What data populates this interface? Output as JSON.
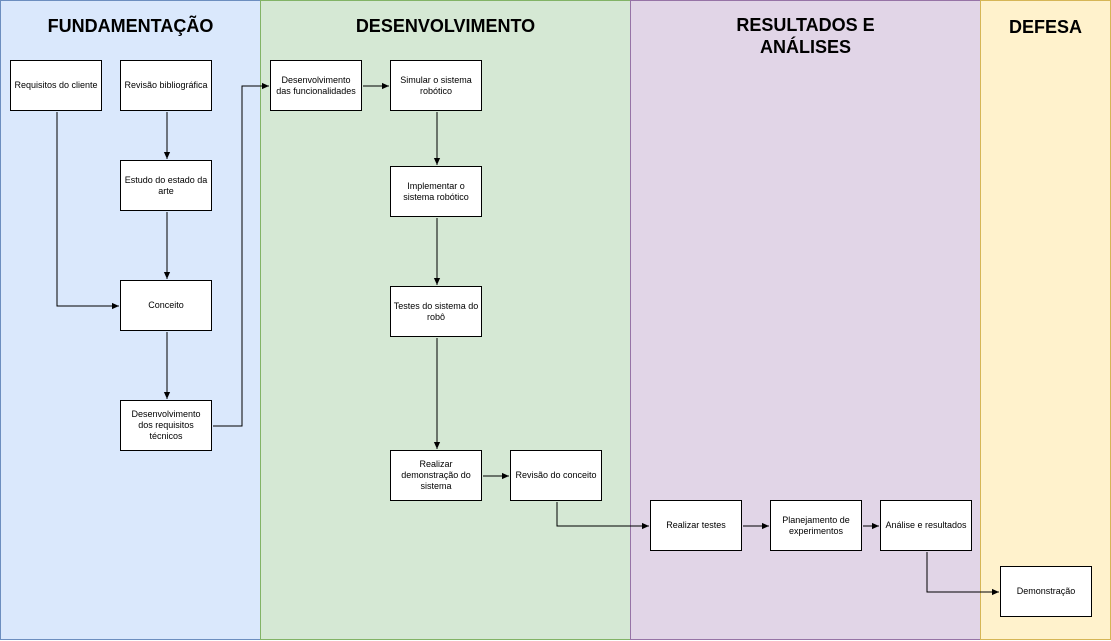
{
  "lanes": {
    "fundamentacao": {
      "title": "FUNDAMENTAÇÃO",
      "fill": "#dae8fc",
      "stroke": "#6c8ebf"
    },
    "desenvolvimento": {
      "title": "DESENVOLVIMENTO",
      "fill": "#d5e8d4",
      "stroke": "#82b366"
    },
    "resultados": {
      "title": "RESULTADOS E\nANÁLISES",
      "fill": "#e1d5e7",
      "stroke": "#9673a6"
    },
    "defesa": {
      "title": "DEFESA",
      "fill": "#fff2cc",
      "stroke": "#d6b656"
    }
  },
  "nodes": {
    "requisitos_cliente": "Requisitos do cliente",
    "revisao_bibliografica": "Revisão bibliográfica",
    "estudo_estado_arte": "Estudo do estado da arte",
    "conceito": "Conceito",
    "desenvolvimento_requisitos": "Desenvolvimento dos requisitos técnicos",
    "desenvolvimento_funcionalidades": "Desenvolvimento das funcionalidades",
    "simular_sistema": "Simular o sistema robótico",
    "implementar_sistema": "Implementar o sistema robótico",
    "testes_sistema": "Testes do sistema do robô",
    "realizar_demonstracao": "Realizar demonstração do sistema",
    "revisao_conceito": "Revisão do conceito",
    "realizar_testes": "Realizar testes",
    "planejamento_experimentos": "Planejamento de experimentos",
    "analise_resultados": "Análise e resultados",
    "demonstracao": "Demonstração"
  },
  "edges": [
    [
      "requisitos_cliente",
      "conceito"
    ],
    [
      "revisao_bibliografica",
      "estudo_estado_arte"
    ],
    [
      "estudo_estado_arte",
      "conceito"
    ],
    [
      "conceito",
      "desenvolvimento_requisitos"
    ],
    [
      "desenvolvimento_requisitos",
      "desenvolvimento_funcionalidades"
    ],
    [
      "desenvolvimento_funcionalidades",
      "simular_sistema"
    ],
    [
      "simular_sistema",
      "implementar_sistema"
    ],
    [
      "implementar_sistema",
      "testes_sistema"
    ],
    [
      "testes_sistema",
      "realizar_demonstracao"
    ],
    [
      "realizar_demonstracao",
      "revisao_conceito"
    ],
    [
      "revisao_conceito",
      "realizar_testes"
    ],
    [
      "realizar_testes",
      "planejamento_experimentos"
    ],
    [
      "planejamento_experimentos",
      "analise_resultados"
    ],
    [
      "analise_resultados",
      "demonstracao"
    ]
  ]
}
